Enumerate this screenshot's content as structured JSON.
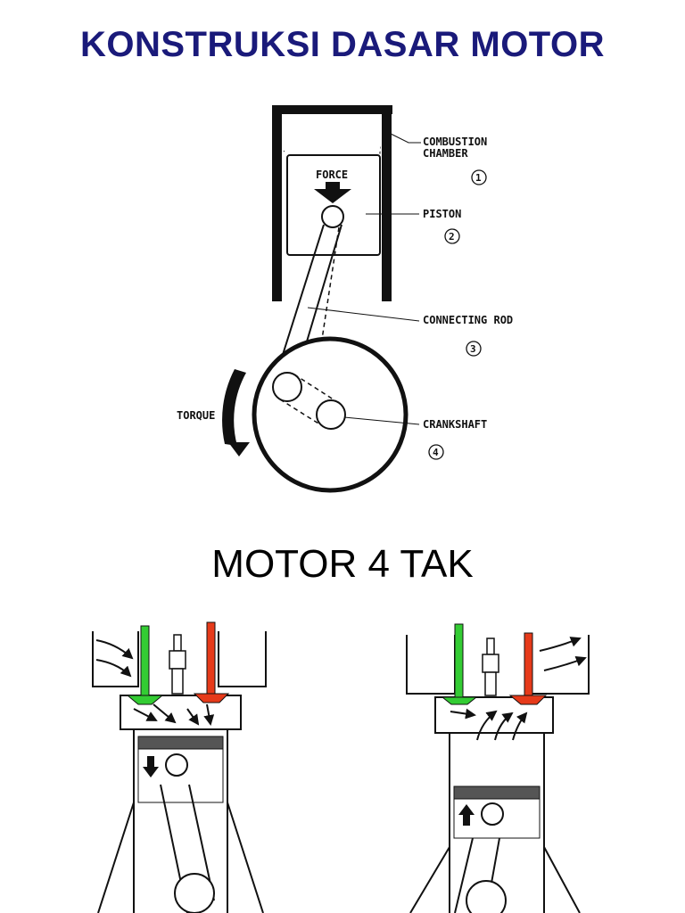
{
  "header": {
    "title": "KONSTRUKSI DASAR MOTOR"
  },
  "engine_diagram": {
    "force_label": "FORCE",
    "torque_label": "TORQUE",
    "parts": [
      {
        "name_line1": "COMBUSTION",
        "name_line2": "CHAMBER",
        "number": "1"
      },
      {
        "name_line1": "PISTON",
        "name_line2": "",
        "number": "2"
      },
      {
        "name_line1": "CONNECTING ROD",
        "name_line2": "",
        "number": "3"
      },
      {
        "name_line1": "CRANKSHAFT",
        "name_line2": "",
        "number": "4"
      }
    ]
  },
  "section": {
    "title": "MOTOR 4 TAK"
  },
  "colors": {
    "title": "#1a1a7a",
    "intake_valve": "#33cc33",
    "exhaust_valve": "#e63a1a"
  },
  "icons": [
    "force-arrow-icon",
    "torque-arrow-icon",
    "spark-plug-icon",
    "flow-arrow-icon"
  ]
}
